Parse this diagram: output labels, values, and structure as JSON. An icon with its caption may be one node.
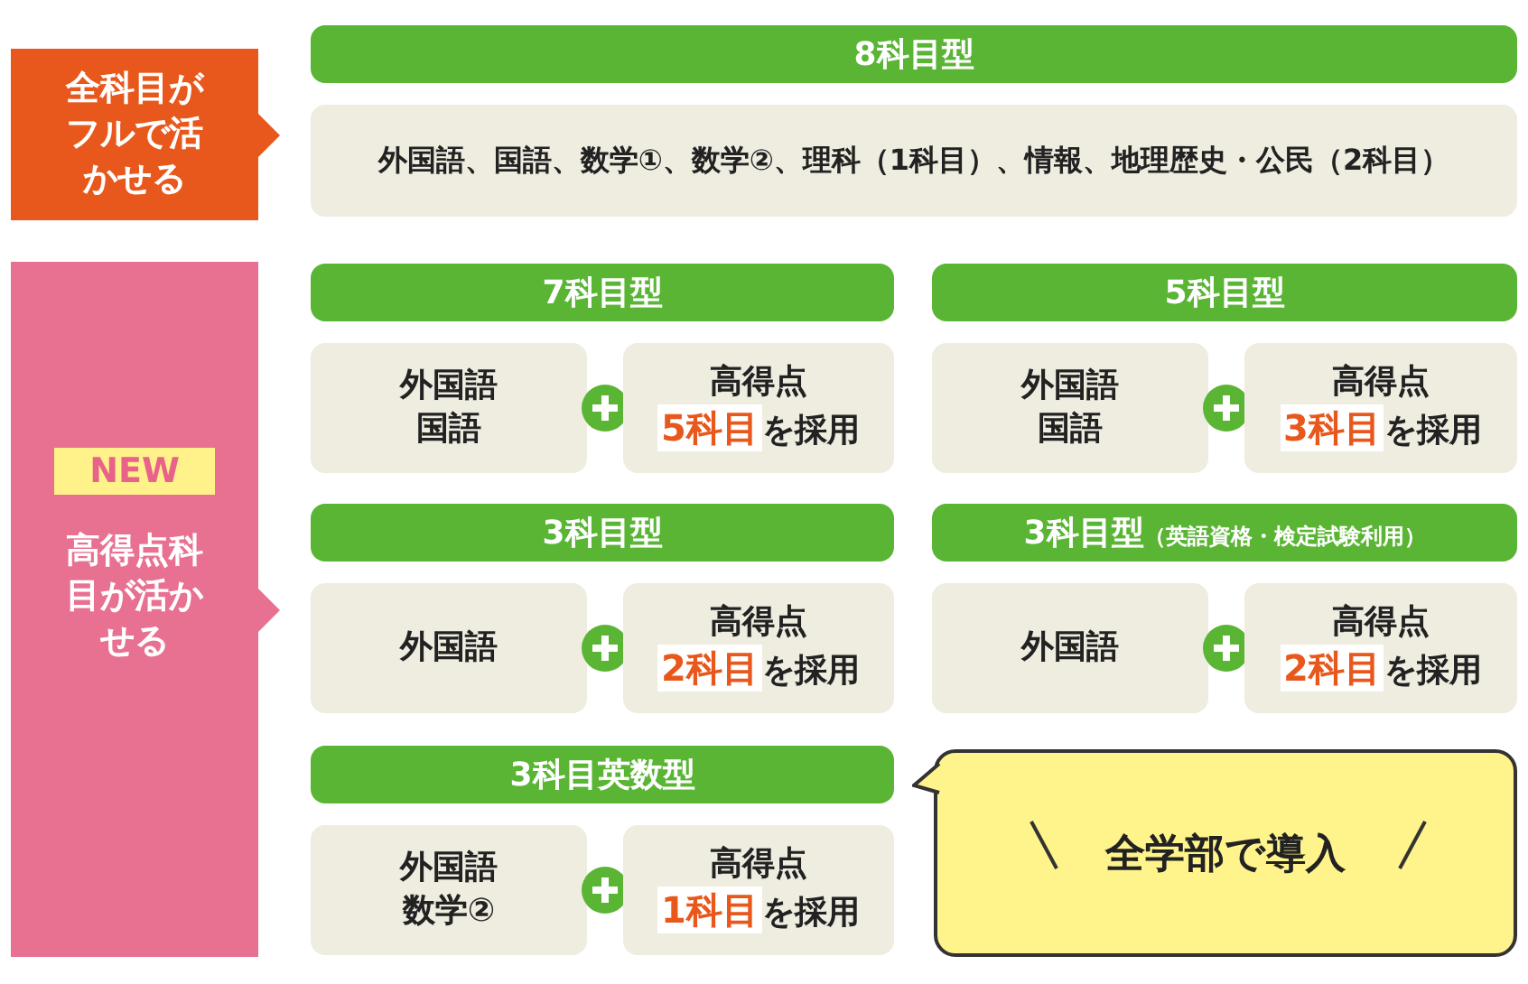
{
  "diagram": {
    "nodes": [
      {
        "text": [
          "全科目がフルで活かせる"
        ]
      },
      {
        "text": [
          "8科目型"
        ]
      },
      {
        "text": [
          "外国語、国語、数学①、数学②、理科（1科目）、情報、地理歴史・公民（2科目）"
        ]
      },
      {
        "text": [
          "高得点科目が活かせる"
        ]
      },
      {
        "text": [
          "NEW"
        ],
        "in": 3
      },
      {
        "text": [
          "7科目型"
        ]
      },
      {
        "text": [
          "外国語",
          "国語"
        ]
      },
      {
        "text": [
          "高得点",
          "5科目",
          "を採用"
        ]
      },
      {
        "text": [
          "5科目型"
        ]
      },
      {
        "text": [
          "外国語",
          "国語"
        ]
      },
      {
        "text": [
          "高得点",
          "3科目",
          "を採用"
        ]
      },
      {
        "text": [
          "3科目型"
        ]
      },
      {
        "text": [
          "外国語"
        ]
      },
      {
        "text": [
          "高得点",
          "2科目",
          "を採用"
        ]
      },
      {
        "text": [
          "3科目型",
          "（英語資格・検定試験利用）"
        ]
      },
      {
        "text": [
          "外国語"
        ]
      },
      {
        "text": [
          "高得点",
          "2科目",
          "を採用"
        ]
      },
      {
        "text": [
          "3科目英数型"
        ]
      },
      {
        "text": [
          "外国語",
          "数学②"
        ]
      },
      {
        "text": [
          "高得点",
          "1科目",
          "を採用"
        ]
      },
      {
        "text": [
          "全学部で導入"
        ]
      }
    ]
  }
}
